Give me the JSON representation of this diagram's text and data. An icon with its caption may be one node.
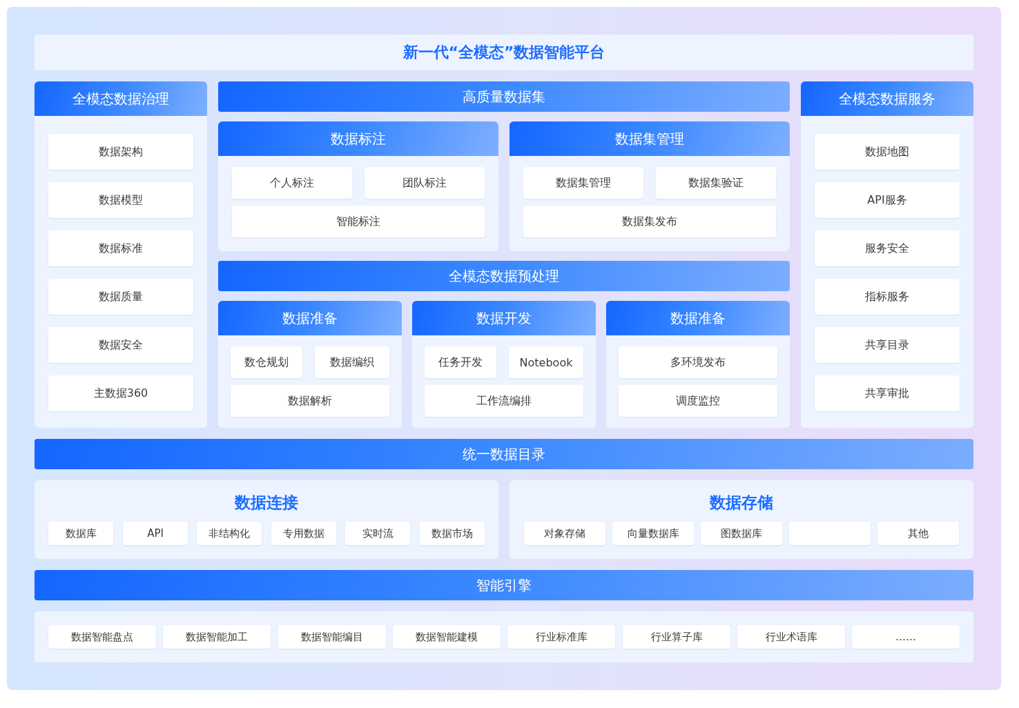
{
  "diagram": {
    "title": "新一代“全模态”数据智能平台",
    "nodes": [
      {
        "text": [
          "全模态数据治理"
        ]
      },
      {
        "text": [
          "数据架构"
        ],
        "in": 0
      },
      {
        "text": [
          "数据模型"
        ],
        "in": 0
      },
      {
        "text": [
          "数据标准"
        ],
        "in": 0
      },
      {
        "text": [
          "数据质量"
        ],
        "in": 0
      },
      {
        "text": [
          "数据安全"
        ],
        "in": 0
      },
      {
        "text": [
          "主数据360"
        ],
        "in": 0
      },
      {
        "text": [
          "高质量数据集"
        ]
      },
      {
        "text": [
          "数据标注"
        ]
      },
      {
        "text": [
          "个人标注"
        ],
        "in": 8
      },
      {
        "text": [
          "团队标注"
        ],
        "in": 8
      },
      {
        "text": [
          "智能标注"
        ],
        "in": 8
      },
      {
        "text": [
          "数据集管理"
        ]
      },
      {
        "text": [
          "数据集管理"
        ],
        "in": 12
      },
      {
        "text": [
          "数据集验证"
        ],
        "in": 12
      },
      {
        "text": [
          "数据集发布"
        ],
        "in": 12
      },
      {
        "text": [
          "全模态数据预处理"
        ]
      },
      {
        "text": [
          "数据准备"
        ]
      },
      {
        "text": [
          "数仓规划"
        ],
        "in": 17
      },
      {
        "text": [
          "数据编织"
        ],
        "in": 17
      },
      {
        "text": [
          "数据解析"
        ],
        "in": 17
      },
      {
        "text": [
          "数据开发"
        ]
      },
      {
        "text": [
          "任务开发"
        ],
        "in": 21
      },
      {
        "text": [
          "Notebook"
        ],
        "in": 21
      },
      {
        "text": [
          "工作流编排"
        ],
        "in": 21
      },
      {
        "text": [
          "数据准备"
        ]
      },
      {
        "text": [
          "多环境发布"
        ],
        "in": 25
      },
      {
        "text": [
          "调度监控"
        ],
        "in": 25
      },
      {
        "text": [
          "全模态数据服务"
        ]
      },
      {
        "text": [
          "数据地图"
        ],
        "in": 28
      },
      {
        "text": [
          "API服务"
        ],
        "in": 28
      },
      {
        "text": [
          "服务安全"
        ],
        "in": 28
      },
      {
        "text": [
          "指标服务"
        ],
        "in": 28
      },
      {
        "text": [
          "共享目录"
        ],
        "in": 28
      },
      {
        "text": [
          "共享审批"
        ],
        "in": 28
      },
      {
        "text": [
          "统一数据目录"
        ]
      },
      {
        "text": [
          "数据连接"
        ]
      },
      {
        "text": [
          "数据库"
        ],
        "in": 36
      },
      {
        "text": [
          "API"
        ],
        "in": 36
      },
      {
        "text": [
          "非结构化"
        ],
        "in": 36
      },
      {
        "text": [
          "专用数据"
        ],
        "in": 36
      },
      {
        "text": [
          "实时流"
        ],
        "in": 36
      },
      {
        "text": [
          "数据市场"
        ],
        "in": 36
      },
      {
        "text": [
          "数据存储"
        ]
      },
      {
        "text": [
          "对象存储"
        ],
        "in": 43
      },
      {
        "text": [
          "向量数据库"
        ],
        "in": 43
      },
      {
        "text": [
          "图数据库"
        ],
        "in": 43
      },
      {
        "text": [],
        "shape": "box",
        "in": 43
      },
      {
        "text": [
          "其他"
        ],
        "in": 43
      },
      {
        "text": [
          "智能引擎"
        ]
      },
      {
        "text": [],
        "shape": "box"
      },
      {
        "text": [
          "数据智能盘点"
        ],
        "in": 50
      },
      {
        "text": [
          "数据智能加工"
        ],
        "in": 50
      },
      {
        "text": [
          "数据智能编目"
        ],
        "in": 50
      },
      {
        "text": [
          "数据智能建模"
        ],
        "in": 50
      },
      {
        "text": [
          "行业标准库"
        ],
        "in": 50
      },
      {
        "text": [
          "行业算子库"
        ],
        "in": 50
      },
      {
        "text": [
          "行业术语库"
        ],
        "in": 50
      },
      {
        "text": [
          "……"
        ],
        "in": 50
      }
    ]
  }
}
